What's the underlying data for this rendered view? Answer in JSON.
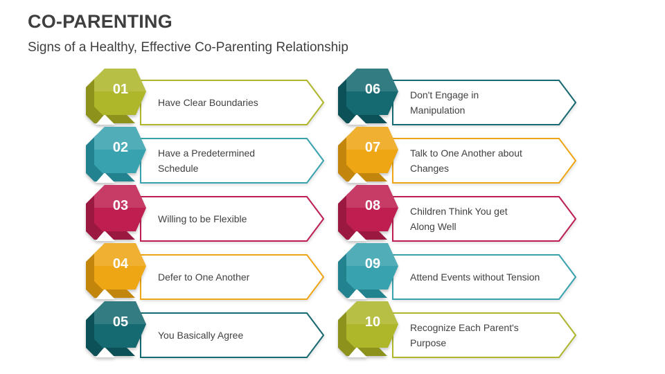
{
  "slide": {
    "title": "CO-PARENTING",
    "subtitle": "Signs of a Healthy, Effective Co-Parenting Relationship"
  },
  "colors": {
    "lime": "#aeb62a",
    "lime_dark": "#8c921b",
    "teal": "#38a2af",
    "teal_dark": "#22838f",
    "crimson": "#bf1e51",
    "crimson_dark": "#9b1841",
    "amber": "#eea614",
    "amber_dark": "#c3860d",
    "dark_teal": "#156970",
    "dark_teal_dark": "#0c5157",
    "text": "#404040"
  },
  "items": [
    {
      "number": "01",
      "line1": "Have Clear Boundaries",
      "line2": "",
      "color": "#aeb62a",
      "color_dark": "#8c921b"
    },
    {
      "number": "02",
      "line1": "Have a Predetermined",
      "line2": "Schedule",
      "color": "#38a2af",
      "color_dark": "#22838f"
    },
    {
      "number": "03",
      "line1": "Willing to be Flexible",
      "line2": "",
      "color": "#bf1e51",
      "color_dark": "#9b1841"
    },
    {
      "number": "04",
      "line1": "Defer to One Another",
      "line2": "",
      "color": "#eea614",
      "color_dark": "#c3860d"
    },
    {
      "number": "05",
      "line1": "You Basically Agree",
      "line2": "",
      "color": "#156970",
      "color_dark": "#0c5157"
    },
    {
      "number": "06",
      "line1": "Don't Engage in",
      "line2": "Manipulation",
      "color": "#156970",
      "color_dark": "#0c5157"
    },
    {
      "number": "07",
      "line1": "Talk to One Another about",
      "line2": "Changes",
      "color": "#eea614",
      "color_dark": "#c3860d"
    },
    {
      "number": "08",
      "line1": "Children Think You get",
      "line2": "Along Well",
      "color": "#bf1e51",
      "color_dark": "#9b1841"
    },
    {
      "number": "09",
      "line1": "Attend Events without Tension",
      "line2": "",
      "color": "#38a2af",
      "color_dark": "#22838f"
    },
    {
      "number": "10",
      "line1": "Recognize Each Parent's",
      "line2": "Purpose",
      "color": "#aeb62a",
      "color_dark": "#8c921b"
    }
  ]
}
